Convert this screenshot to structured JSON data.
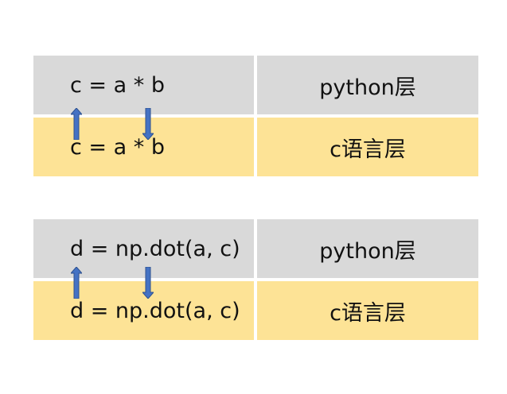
{
  "diagrams": [
    {
      "python_expr": "c = a * b",
      "python_layer": "python层",
      "c_expr": "c = a * b",
      "c_layer": "c语言层"
    },
    {
      "python_expr": "d = np.dot(a, c)",
      "python_layer": "python层",
      "c_expr": "d = np.dot(a, c)",
      "c_layer": "c语言层"
    }
  ],
  "colors": {
    "python_row": "#d9d9d9",
    "c_row": "#fde396",
    "arrow": "#4472c4"
  },
  "icons": {
    "up_arrow": "up-arrow-icon",
    "down_arrow": "down-arrow-icon"
  }
}
